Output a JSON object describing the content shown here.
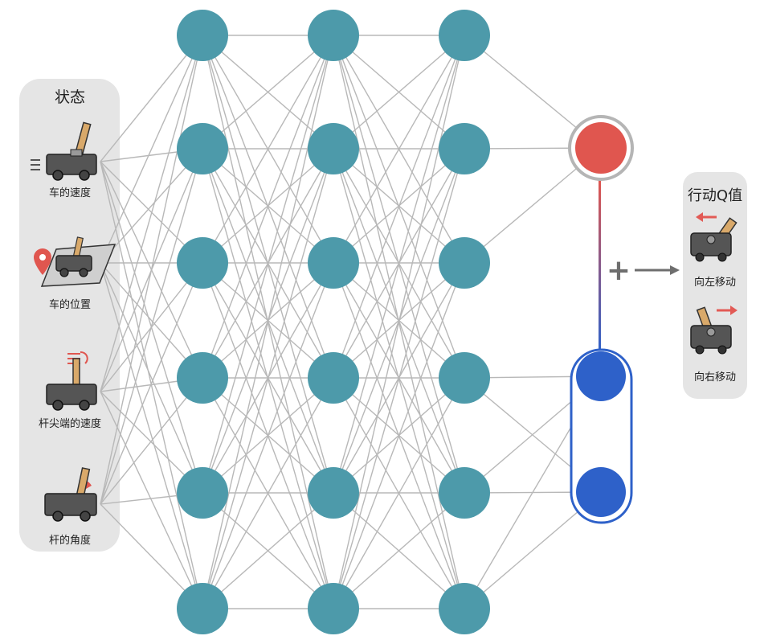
{
  "state_panel": {
    "title": "状态",
    "items": [
      {
        "label": "车的速度",
        "icon": "cart-velocity-icon"
      },
      {
        "label": "车的位置",
        "icon": "cart-position-icon"
      },
      {
        "label": "杆尖端的速度",
        "icon": "pole-tip-velocity-icon"
      },
      {
        "label": "杆的角度",
        "icon": "pole-angle-icon"
      }
    ]
  },
  "network": {
    "hidden_layers": 3,
    "nodes_per_layer": 6,
    "value_stream_nodes": 1,
    "advantage_stream_nodes": 2,
    "combine_symbol": "+"
  },
  "action_panel": {
    "title": "行动Q值",
    "actions": [
      {
        "label": "向左移动",
        "icon": "move-left-icon"
      },
      {
        "label": "向右移动",
        "icon": "move-right-icon"
      }
    ]
  },
  "colors": {
    "node": "#4D9AAA",
    "edge": "#B8B8B8",
    "value_node": "#E0564F",
    "advantage_node": "#2E61C9",
    "panel_bg": "#E5E5E5",
    "cart_body": "#555555",
    "pole": "#D9A96A",
    "arrow_red": "#E25A55"
  }
}
